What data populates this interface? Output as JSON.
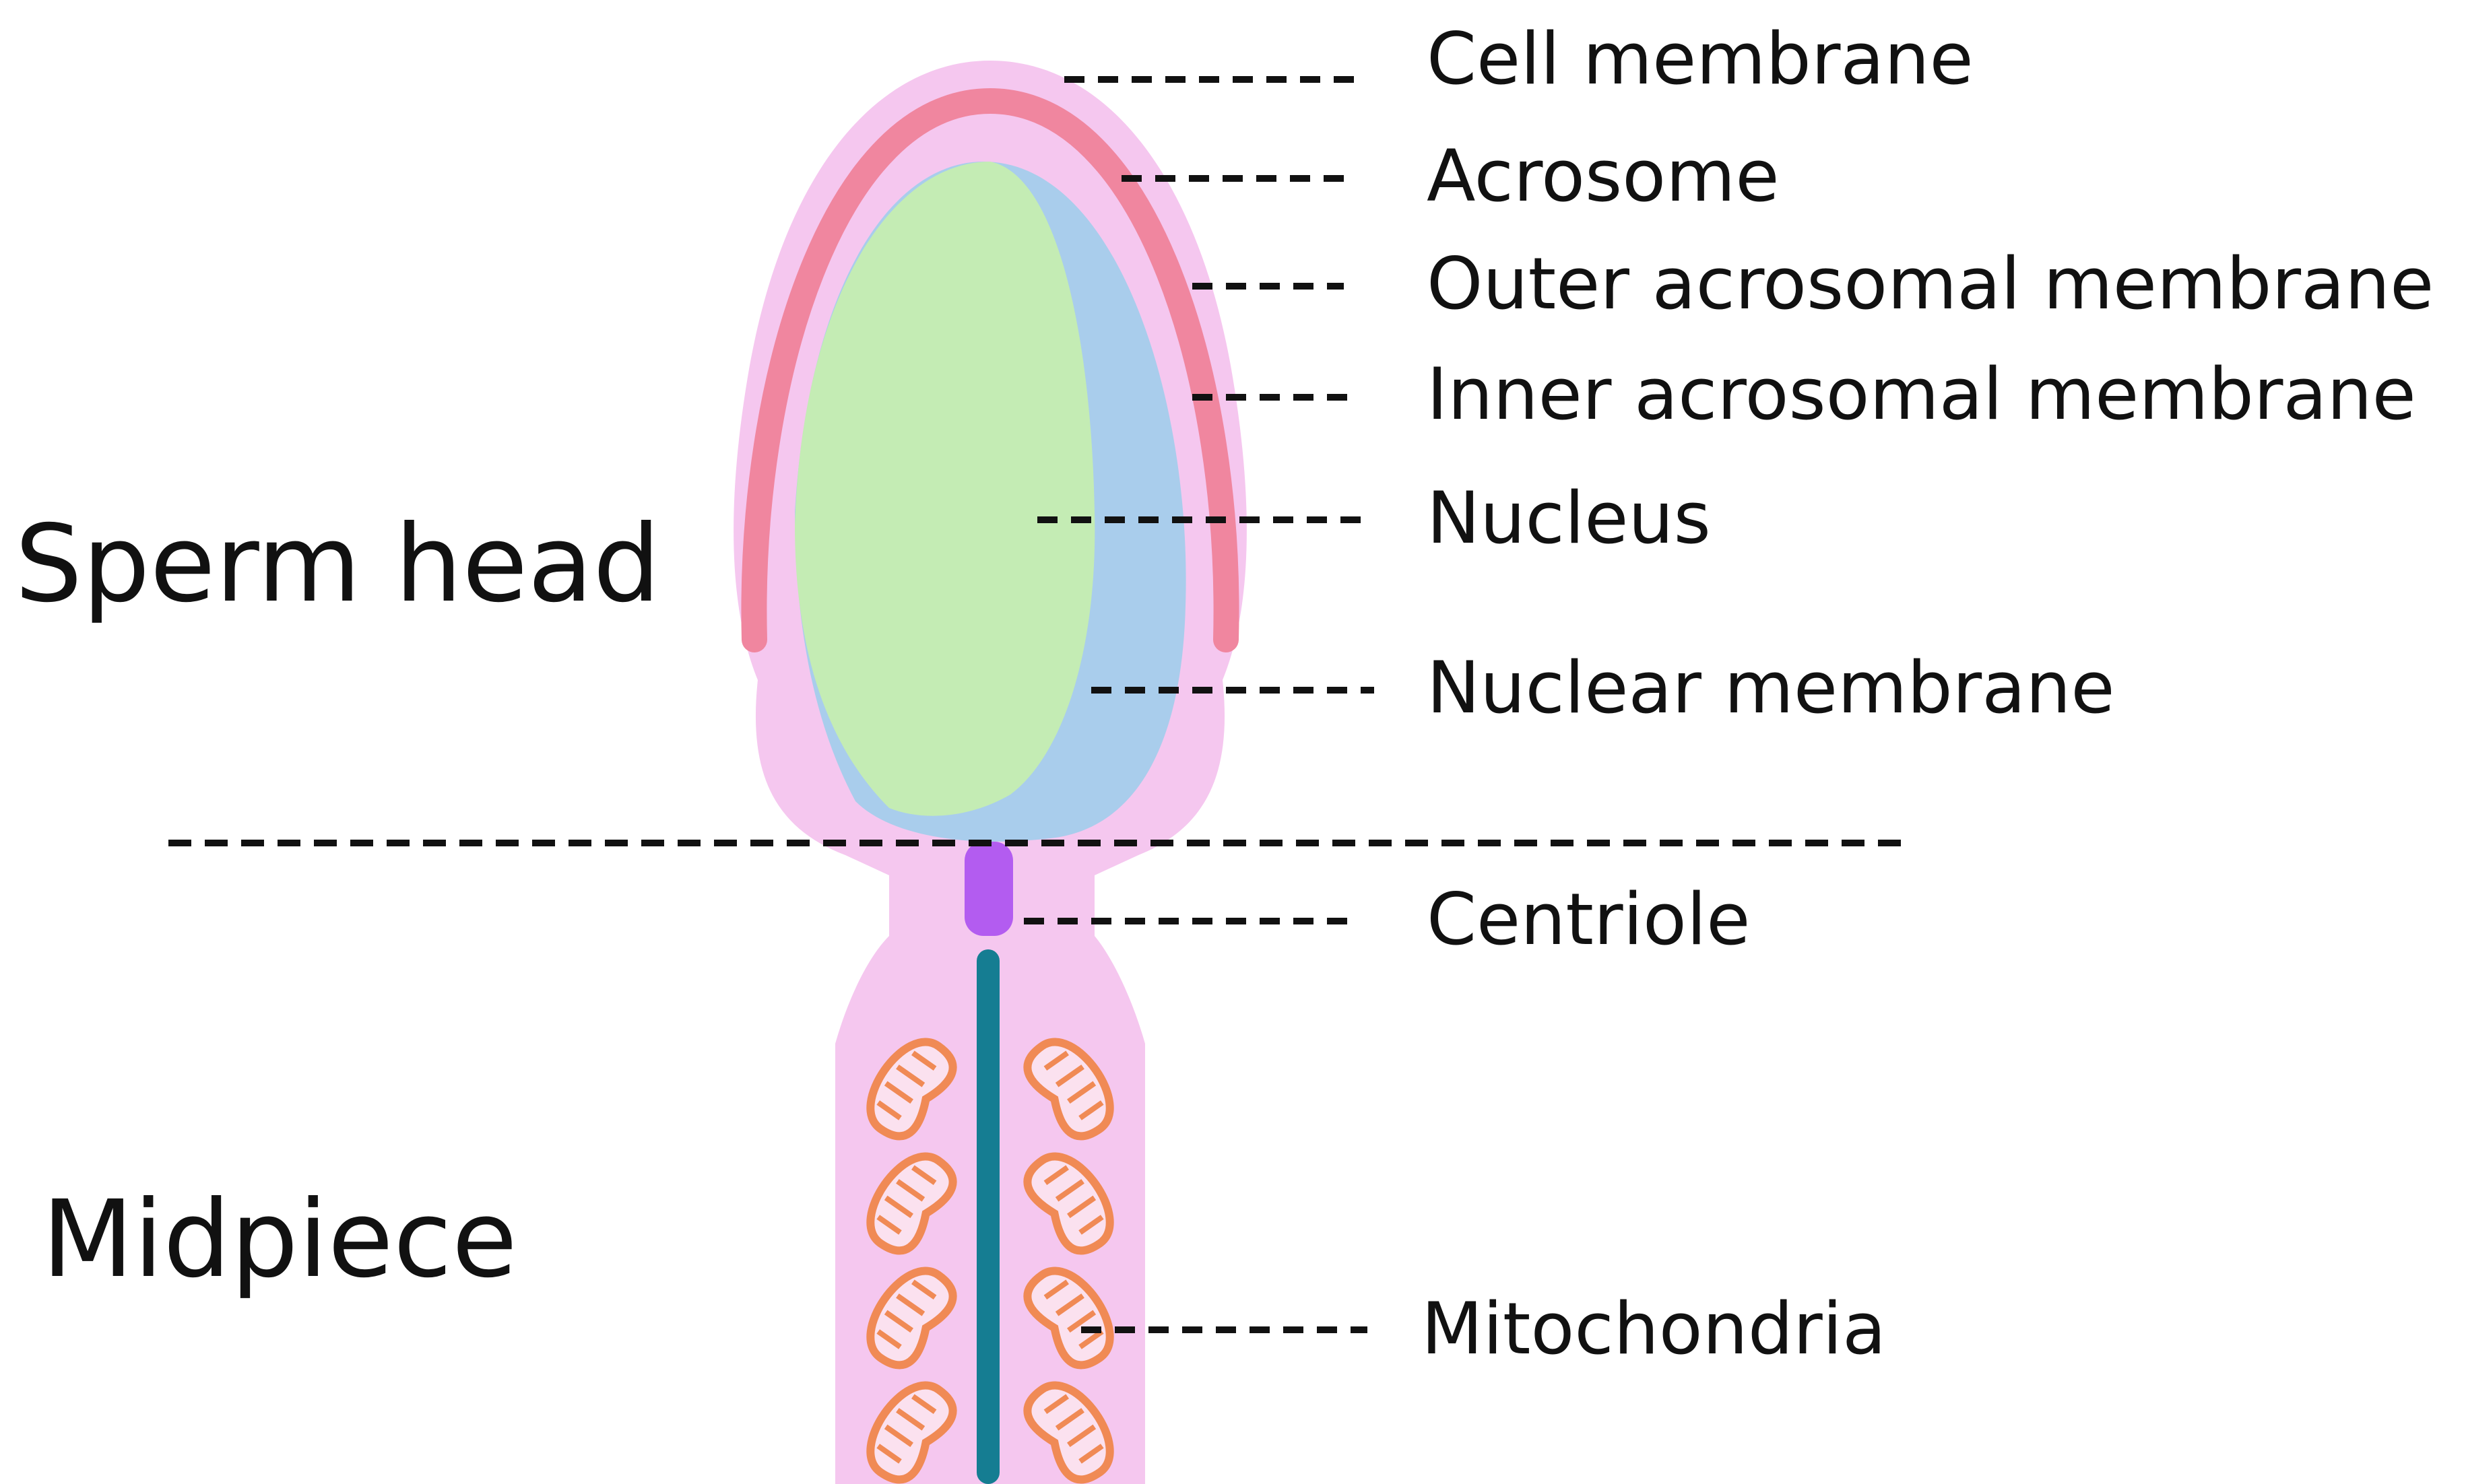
{
  "regions": {
    "head": "Sperm head",
    "midpiece": "Midpiece"
  },
  "labels": {
    "cell_membrane": "Cell membrane",
    "acrosome": "Acrosome",
    "outer_acrosomal_membrane": "Outer acrosomal membrane",
    "inner_acrosomal_membrane": "Inner acrosomal membrane",
    "nucleus": "Nucleus",
    "nuclear_membrane": "Nuclear membrane",
    "centriole": "Centriole",
    "mitochondria": "Mitochondria"
  },
  "colors": {
    "cell_body": "#f5c7ef",
    "acrosome": "#f0869f",
    "nucleus": "#c4ecb4",
    "nuclear_membrane": "#a9cdec",
    "centriole": "#b35cf0",
    "axoneme": "#157d92",
    "mitochondria": "#f08a55",
    "text": "#111111"
  }
}
